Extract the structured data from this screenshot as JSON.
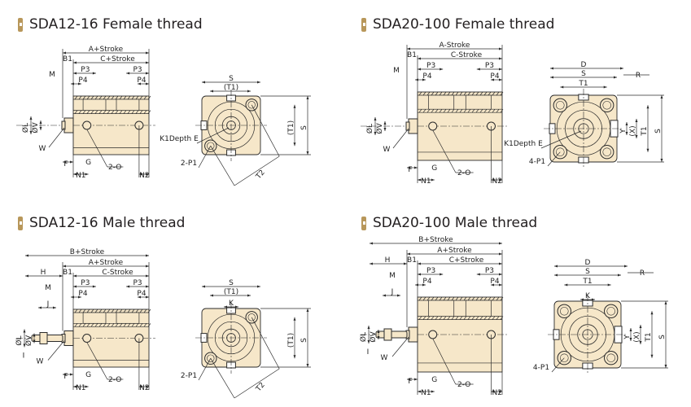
{
  "colors": {
    "body": "#f6e7c9",
    "line": "#2b2b2b",
    "marker": "#b8975a"
  },
  "panels": [
    {
      "title": "SDA12-16 Female thread",
      "side": {
        "a": "A+Stroke",
        "c": "C+Stroke",
        "b1": "B1",
        "p3": "P3",
        "p4": "P4",
        "m": "M",
        "l": "ØL",
        "v": "ØV",
        "w": "W",
        "f": "F",
        "g": "G",
        "o": "2-O",
        "n1": "N1",
        "n2": "N2"
      },
      "end": {
        "s": "S",
        "t1": "(T1)",
        "t1v": "(T1)",
        "sv": "S",
        "k1": "K1Depth E",
        "p1": "2-P1",
        "t2": "T2"
      }
    },
    {
      "title": "SDA20-100 Female thread",
      "side": {
        "a": "A-Stroke",
        "c": "C-Stroke",
        "b1": "B1",
        "p3": "P3",
        "p4": "P4",
        "m": "M",
        "l": "ØL",
        "v": "ØV",
        "w": "W",
        "f": "F",
        "g": "G",
        "o": "2-O",
        "n1": "N1",
        "n2": "N2"
      },
      "end": {
        "d": "D",
        "s": "S",
        "t1": "T1",
        "r": "R",
        "y": "Y",
        "x": "(X)",
        "t1v": "T1",
        "sv": "S",
        "k1": "K1Depth E",
        "p1": "4-P1"
      }
    },
    {
      "title": "SDA12-16 Male thread",
      "side": {
        "b": "B+Stroke",
        "a": "A+Stroke",
        "c": "C-Stroke",
        "h": "H",
        "b1": "B1",
        "p3": "P3",
        "p4": "P4",
        "m": "M",
        "j": "J",
        "l": "ØL",
        "v": "ØV",
        "i": "I",
        "w": "W",
        "f": "F",
        "g": "G",
        "o": "2-O",
        "n1": "N1",
        "n2": "N2"
      },
      "end": {
        "s": "S",
        "t1": "(T1)",
        "k": "K",
        "t1v": "(T1)",
        "sv": "S",
        "p1": "2-P1",
        "t2": "T2"
      }
    },
    {
      "title": "SDA20-100 Male thread",
      "side": {
        "b": "B+Stroke",
        "a": "A+Stroke",
        "c": "C+Stroke",
        "h": "H",
        "b1": "B1",
        "p3": "P3",
        "p4": "P4",
        "m": "M",
        "j": "J",
        "l": "ØL",
        "v": "ØV",
        "i": "I",
        "w": "W",
        "f": "F",
        "g": "G",
        "o": "2-O",
        "n1": "N1",
        "n2": "N2"
      },
      "end": {
        "d": "D",
        "s": "S",
        "t1": "T1",
        "k": "K",
        "r": "R",
        "y": "Y",
        "x": "(X)",
        "t1v": "T1",
        "sv": "S",
        "p1": "4-P1"
      }
    }
  ]
}
